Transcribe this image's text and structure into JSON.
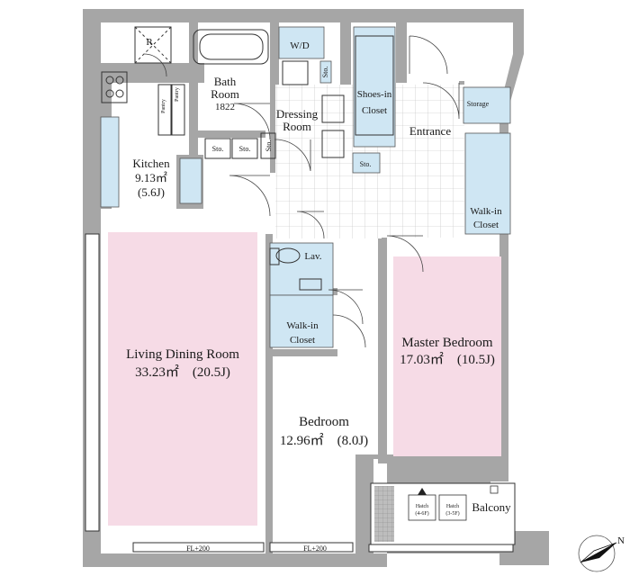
{
  "rooms": {
    "refrigerator": "R",
    "pantry_1": "Pantry",
    "pantry_2": "Pantry",
    "bath_room": {
      "line1": "Bath",
      "line2": "Room",
      "line3": "1822"
    },
    "wd": "W/D",
    "dressing_room": {
      "line1": "Dressing",
      "line2": "Room"
    },
    "shoes_in_closet": {
      "line1": "Shoes-in",
      "line2": "Closet"
    },
    "storage": "Storage",
    "entrance": "Entrance",
    "kitchen": {
      "line1": "Kitchen",
      "line2": "9.13㎡",
      "line3": "(5.6J)"
    },
    "walk_in_closet_1": {
      "line1": "Walk-in",
      "line2": "Closet"
    },
    "lavatory": "Lav.",
    "walk_in_closet_2": {
      "line1": "Walk-in",
      "line2": "Closet"
    },
    "living_dining": {
      "line1": "Living Dining Room",
      "line2": "33.23㎡　(20.5J)"
    },
    "master_bedroom": {
      "line1": "Master Bedroom",
      "line2": "17.03㎡　(10.5J)"
    },
    "bedroom": {
      "line1": "Bedroom",
      "line2": "12.96㎡　(8.0J)"
    },
    "balcony": "Balcony",
    "hatch_1": {
      "line1": "Hatch",
      "line2": "(4-6F)"
    },
    "hatch_2": {
      "line1": "Hatch",
      "line2": "(3-5F)"
    }
  },
  "storage_labels": [
    "Sto.",
    "Sto.",
    "Sto.",
    "Sto.",
    "Sto."
  ],
  "floor_levels": [
    "FL+200",
    "FL+200"
  ],
  "compass": {
    "label": "N"
  },
  "colors": {
    "wall": "#a6a6a6",
    "closet": "#cfe6f3",
    "room_floor": "#f6dbe6",
    "tile_line": "#bcbcbc",
    "line": "#333333"
  }
}
